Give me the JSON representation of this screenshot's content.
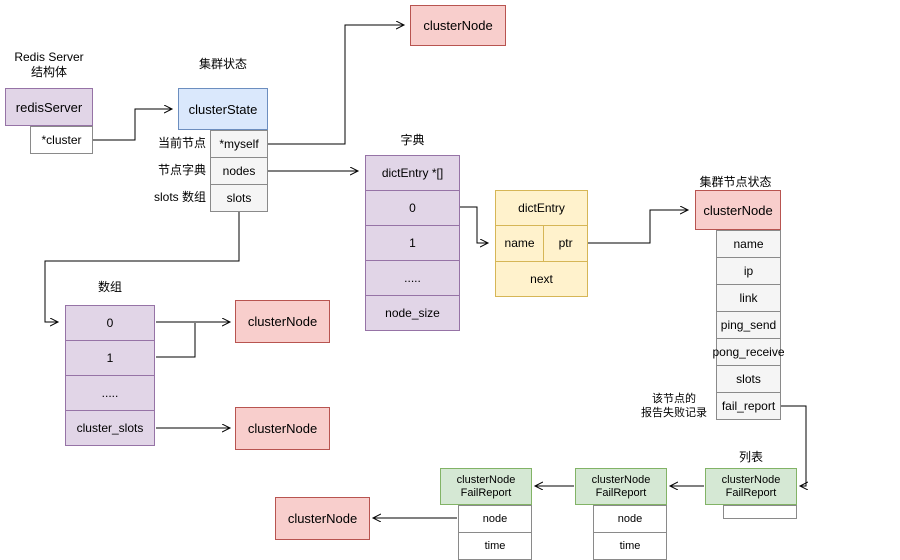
{
  "redis_server": {
    "caption": [
      "Redis Server",
      "结构体"
    ],
    "title": "redisServer",
    "field": "*cluster"
  },
  "cluster_state": {
    "caption": "集群状态",
    "title": "clusterState",
    "rows": [
      {
        "annotation": "当前节点",
        "label": "*myself"
      },
      {
        "annotation": "节点字典",
        "label": "nodes"
      },
      {
        "annotation": "slots 数组",
        "label": "slots"
      }
    ]
  },
  "top_cluster_node": {
    "title": "clusterNode"
  },
  "dictionary": {
    "caption": "字典",
    "rows": [
      "dictEntry *[]",
      "0",
      "1",
      ".....",
      "node_size"
    ]
  },
  "dict_entry": {
    "title": "dictEntry",
    "name": "name",
    "ptr": "ptr",
    "next": "next"
  },
  "cluster_node_detail": {
    "caption": "集群节点状态",
    "title": "clusterNode",
    "fields": [
      "name",
      "ip",
      "link",
      "ping_send",
      "pong_receive",
      "slots",
      "fail_report"
    ],
    "annotation": [
      "该节点的",
      "报告失败记录"
    ]
  },
  "slots_array": {
    "caption": "数组",
    "rows": [
      "0",
      "1",
      ".....",
      "cluster_slots"
    ]
  },
  "array_node_1": {
    "title": "clusterNode"
  },
  "array_node_2": {
    "title": "clusterNode"
  },
  "fail_report_list": {
    "caption": "列表",
    "boxes": [
      {
        "title": [
          "clusterNode",
          "FailReport"
        ],
        "fields": [
          "node",
          "time"
        ]
      },
      {
        "title": [
          "clusterNode",
          "FailReport"
        ],
        "fields": [
          "node",
          "time"
        ]
      },
      {
        "title": [
          "clusterNode",
          "FailReport"
        ],
        "fields": []
      }
    ]
  },
  "fail_cluster_node": {
    "title": "clusterNode"
  }
}
